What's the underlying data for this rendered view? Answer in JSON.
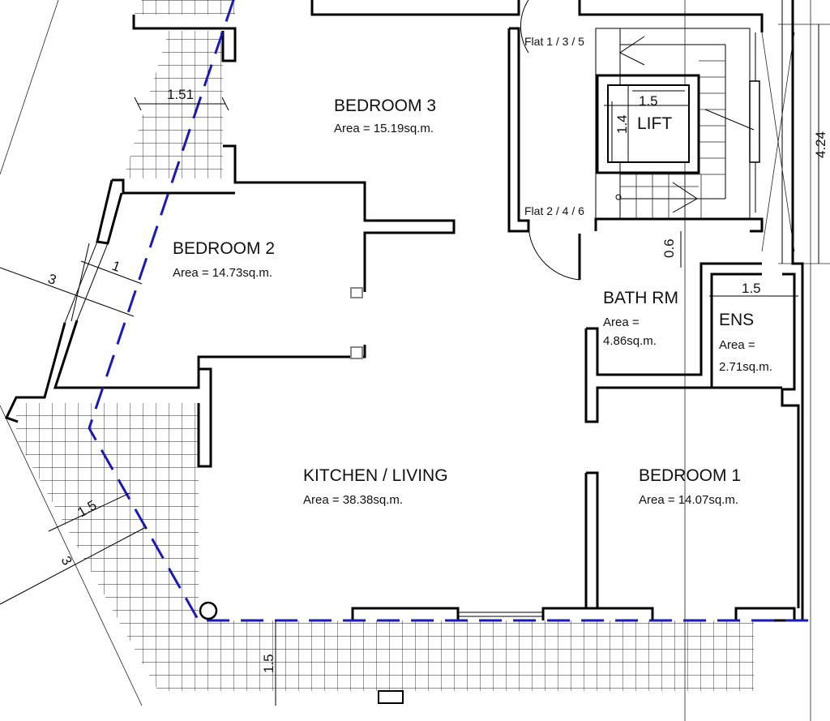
{
  "rooms": {
    "bedroom3": {
      "title": "BEDROOM  3",
      "area": "Area = 15.19sq.m."
    },
    "bedroom2": {
      "title": "BEDROOM  2",
      "area": "Area = 14.73sq.m."
    },
    "kitchen": {
      "title": "KITCHEN / LIVING",
      "area": "Area = 38.38sq.m."
    },
    "bedroom1": {
      "title": "BEDROOM 1",
      "area": "Area = 14.07sq.m."
    },
    "bath": {
      "title": "BATH RM",
      "area_line1": "Area =",
      "area_line2": "4.86sq.m."
    },
    "ens": {
      "title": "ENS",
      "area_line1": "Area =",
      "area_line2": "2.71sq.m."
    },
    "lift": {
      "title": "LIFT"
    }
  },
  "stair_labels": {
    "upper": "Flat 1 / 3 / 5",
    "lower": "Flat 2 / 4 / 6"
  },
  "dimensions": {
    "balcony_top": "1.51",
    "bed2_window_outer": "3",
    "bed2_window_inner": "1",
    "lift_width": "1.5",
    "lift_depth": "1.4",
    "stair_height": "4.24",
    "bath_gap": "0.6",
    "ens_width": "1.5",
    "terrace_diag_inner": "1.5",
    "terrace_diag_outer": "3",
    "terrace_depth": "1.5"
  },
  "colors": {
    "wall": "#000000",
    "dashed_line": "#1a1ab8",
    "background": "#ffffff"
  }
}
